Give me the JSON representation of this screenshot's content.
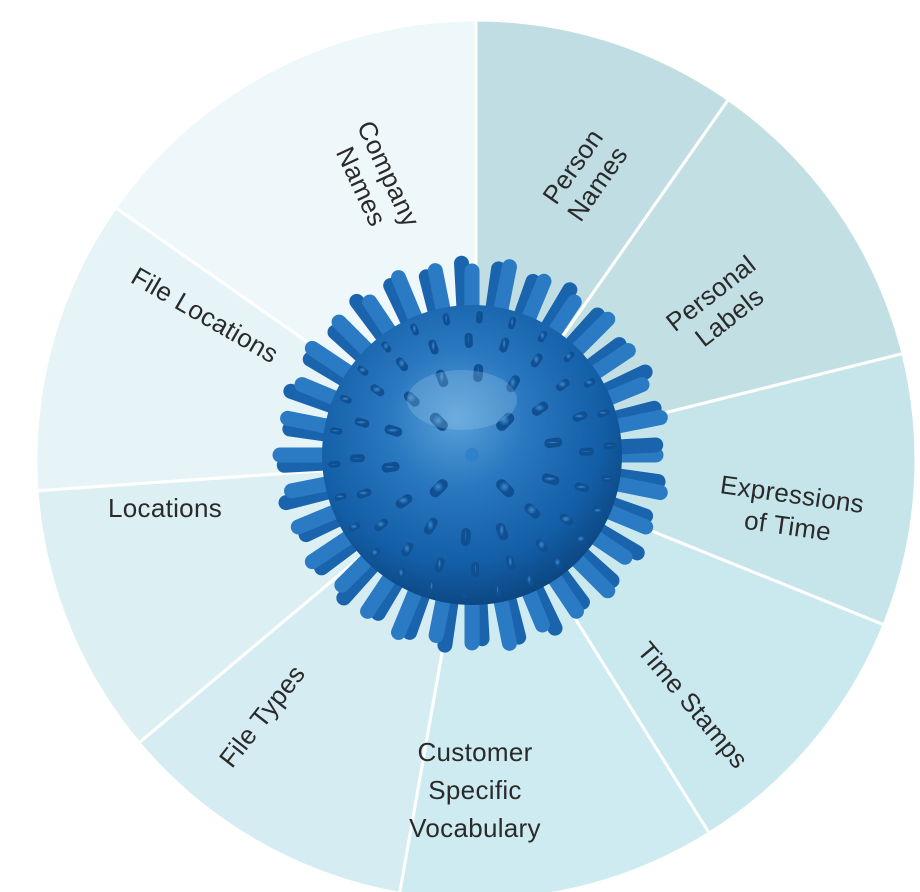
{
  "diagram": {
    "center_icon": "blue-spiky-ball",
    "segments": [
      {
        "lines": [
          "Person",
          "Names"
        ],
        "color": "#bfdde2"
      },
      {
        "lines": [
          "Personal",
          "Labels"
        ],
        "color": "#c2e0e4"
      },
      {
        "lines": [
          "Expressions",
          "of Time"
        ],
        "color": "#c5e5ea"
      },
      {
        "lines": [
          "Time Stamps"
        ],
        "color": "#c9e9ef"
      },
      {
        "lines": [
          "Customer",
          "Specific",
          "Vocabulary"
        ],
        "color": "#cdebf1"
      },
      {
        "lines": [
          "File Types"
        ],
        "color": "#d5edf2"
      },
      {
        "lines": [
          "Locations"
        ],
        "color": "#dcf0f4"
      },
      {
        "lines": [
          "File Locations"
        ],
        "color": "#e6f3f7"
      },
      {
        "lines": [
          "Company",
          "Names"
        ],
        "color": "#eef7fa"
      }
    ]
  }
}
